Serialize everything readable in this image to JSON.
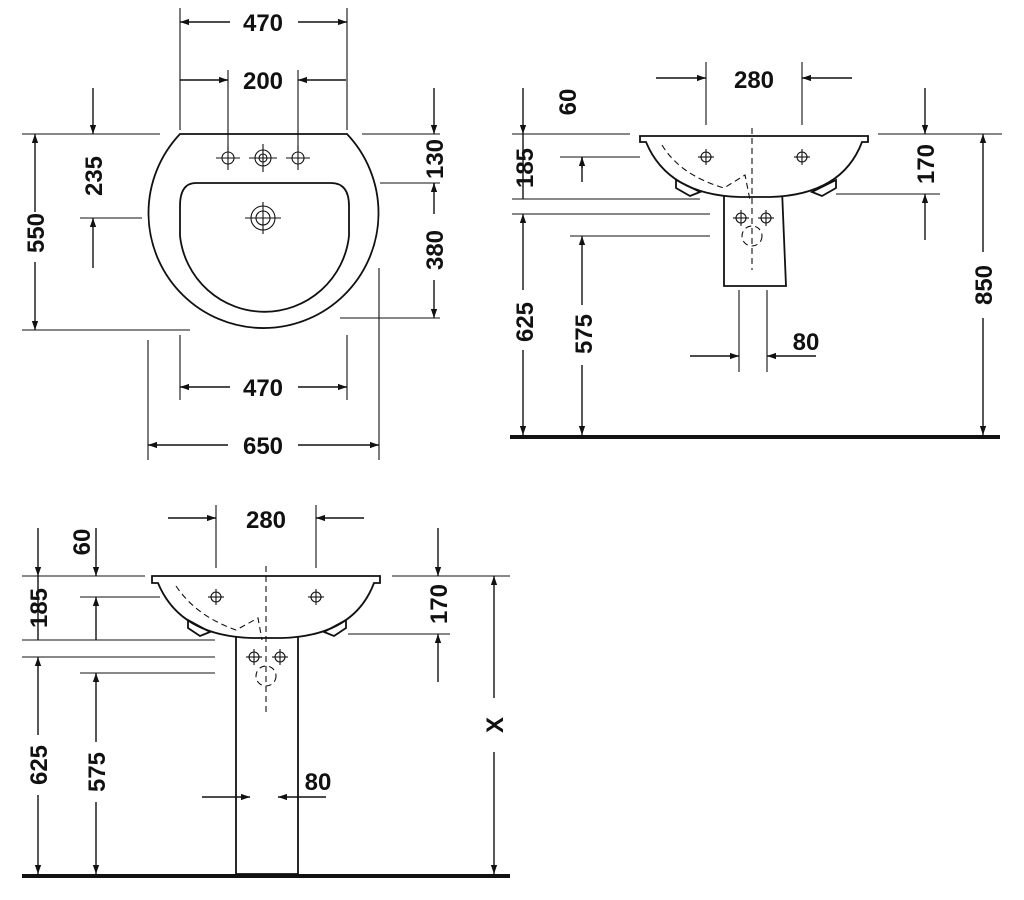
{
  "front_view": {
    "dims": {
      "top_width": "470",
      "tap_spacing": "200",
      "depth": "550",
      "back_to_bowl": "235",
      "tap_to_bowl": "130",
      "bowl_depth": "380",
      "bowl_width": "470",
      "overall_width": "650"
    }
  },
  "side_view_upper": {
    "dims": {
      "tap_spacing": "280",
      "rim_thickness": "60",
      "bowl_height": "185",
      "wall_depth": "170",
      "rim_height": "850",
      "pedestal_height": "625",
      "outlet_height": "575",
      "pedestal_width": "80"
    }
  },
  "side_view_lower": {
    "dims": {
      "tap_spacing": "280",
      "rim_thickness": "60",
      "bowl_height": "185",
      "wall_depth": "170",
      "variable_height": "X",
      "pedestal_height": "625",
      "outlet_height": "575",
      "pedestal_width": "80"
    }
  }
}
